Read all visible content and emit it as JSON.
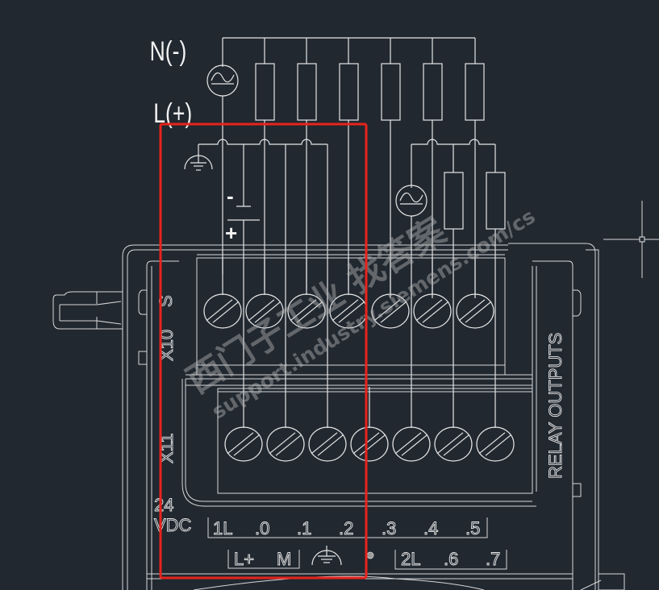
{
  "diagram": {
    "type": "wiring-diagram",
    "description": "PLC relay output module terminal wiring (CAD drawing)",
    "supply_labels": {
      "neutral": "N(-)",
      "line": "L(+)"
    },
    "dc_source_polarity": {
      "minus": "-",
      "plus": "+"
    },
    "connector_labels": {
      "upper": "X10",
      "lower": "X11"
    },
    "side_label": "RELAY OUTPUTS",
    "voltage_label_line1": "24",
    "voltage_label_line2": "VDC",
    "terminal_row_1": [
      "1L",
      ".0",
      ".1",
      ".2",
      ".3",
      ".4",
      ".5"
    ],
    "terminal_row_2_group_a": [
      "L+",
      "M"
    ],
    "terminal_row_2_group_b": [
      "2L",
      ".6",
      ".7"
    ],
    "ground_symbol": "protective-earth",
    "highlight": {
      "color": "#e8231c",
      "covers": [
        "1L",
        ".0",
        ".1",
        ".2",
        "L+",
        "M",
        "ground"
      ]
    },
    "loads": {
      "top_row_count": 6,
      "lower_right_count": 2,
      "ac_sources": 2
    },
    "watermark": {
      "line1": "西门子工业  找答案",
      "line2": "support.industry.siemens.com/cs"
    },
    "colors": {
      "background": "#212830",
      "lines": "#e6e6e6",
      "highlight": "#e8231c"
    }
  }
}
